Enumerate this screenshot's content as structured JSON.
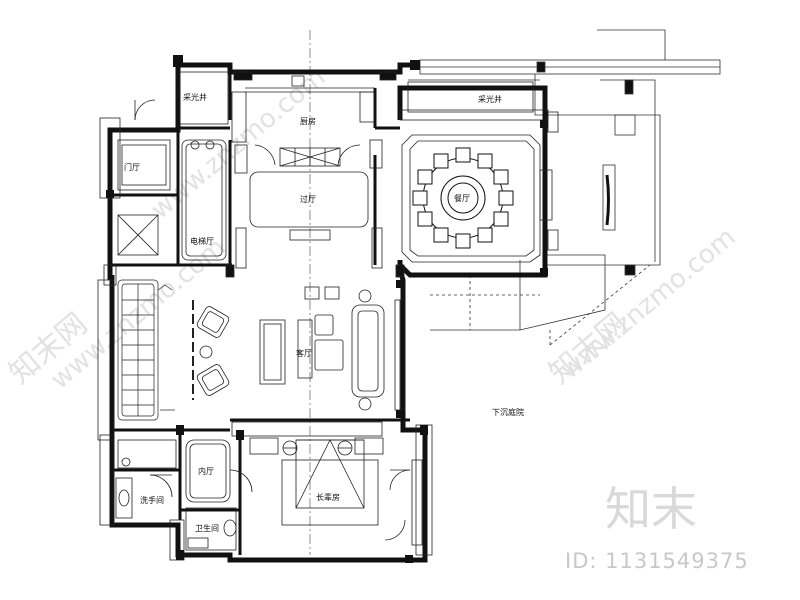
{
  "rooms": {
    "skylight_left": "采光井",
    "skylight_right": "采光井",
    "kitchen": "厨房",
    "foyer": "门厅",
    "hallway": "过厅",
    "dining": "餐厅",
    "elevator_hall": "电梯厅",
    "living": "客厅",
    "sunken_garden": "下沉庭院",
    "inner_hall": "内厅",
    "elder_room": "长辈房",
    "washroom": "洗手间",
    "bathroom": "卫生间"
  },
  "watermark": {
    "site": "www.znzmo.com",
    "brand": "知末网",
    "logo": "知末",
    "id_text": "ID: 1131549375"
  }
}
